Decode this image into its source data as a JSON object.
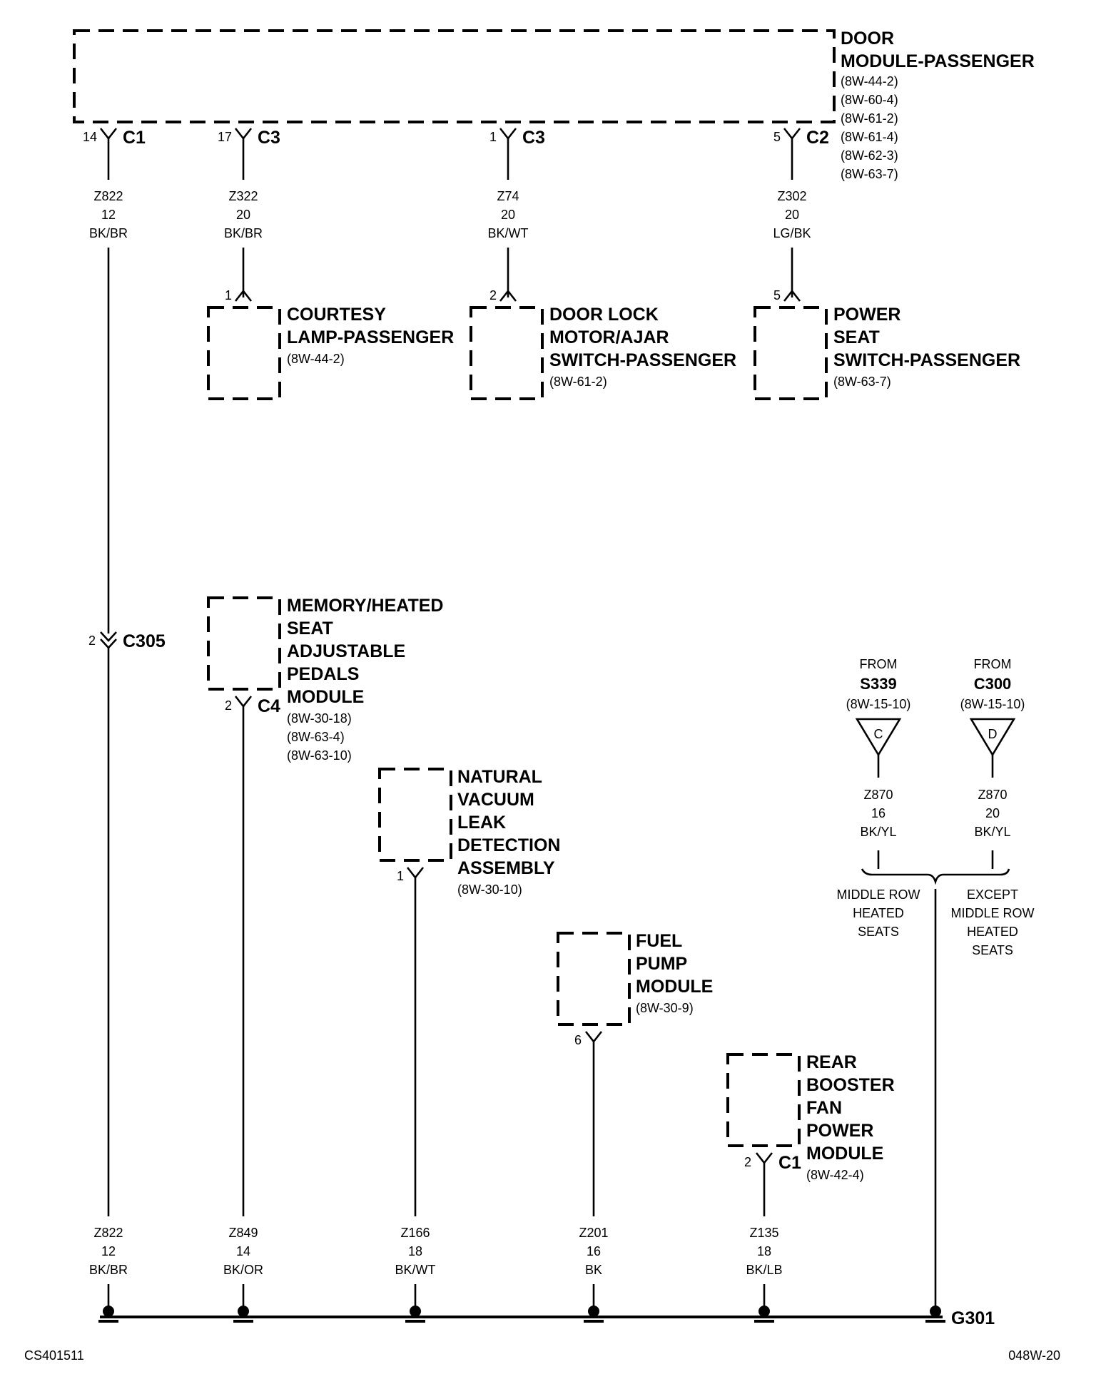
{
  "door_module": {
    "title": [
      "DOOR",
      "MODULE-PASSENGER"
    ],
    "refs": [
      "(8W-44-2)",
      "(8W-60-4)",
      "(8W-61-2)",
      "(8W-61-4)",
      "(8W-62-3)",
      "(8W-63-7)"
    ],
    "pins": [
      {
        "pin": "14",
        "connector": "C1"
      },
      {
        "pin": "17",
        "connector": "C3"
      },
      {
        "pin": "1",
        "connector": "C3"
      },
      {
        "pin": "5",
        "connector": "C2"
      }
    ]
  },
  "top_wires": [
    {
      "circuit": "Z822",
      "gauge": "12",
      "color": "BK/BR"
    },
    {
      "circuit": "Z322",
      "gauge": "20",
      "color": "BK/BR"
    },
    {
      "circuit": "Z74",
      "gauge": "20",
      "color": "BK/WT"
    },
    {
      "circuit": "Z302",
      "gauge": "20",
      "color": "LG/BK"
    }
  ],
  "courtesy_lamp": {
    "pin": "1",
    "title": [
      "COURTESY",
      "LAMP-PASSENGER"
    ],
    "refs": [
      "(8W-44-2)"
    ]
  },
  "door_lock": {
    "pin": "2",
    "title": [
      "DOOR LOCK",
      "MOTOR/AJAR",
      "SWITCH-PASSENGER"
    ],
    "refs": [
      "(8W-61-2)"
    ]
  },
  "power_seat": {
    "pin": "5",
    "title": [
      "POWER",
      "SEAT",
      "SWITCH-PASSENGER"
    ],
    "refs": [
      "(8W-63-7)"
    ]
  },
  "c305": {
    "pin": "2",
    "connector": "C305"
  },
  "memory_module": {
    "pin": "2",
    "connector": "C4",
    "title": [
      "MEMORY/HEATED",
      "SEAT",
      "ADJUSTABLE",
      "PEDALS",
      "MODULE"
    ],
    "refs": [
      "(8W-30-18)",
      "(8W-63-4)",
      "(8W-63-10)"
    ]
  },
  "nvld": {
    "pin": "1",
    "title": [
      "NATURAL",
      "VACUUM",
      "LEAK",
      "DETECTION",
      "ASSEMBLY"
    ],
    "refs": [
      "(8W-30-10)"
    ]
  },
  "fuel_pump": {
    "pin": "6",
    "title": [
      "FUEL",
      "PUMP",
      "MODULE"
    ],
    "refs": [
      "(8W-30-9)"
    ]
  },
  "rear_booster": {
    "pin": "2",
    "connector": "C1",
    "title": [
      "REAR",
      "BOOSTER",
      "FAN",
      "POWER",
      "MODULE"
    ],
    "refs": [
      "(8W-42-4)"
    ]
  },
  "from_s339": {
    "label": "FROM",
    "source": "S339",
    "ref": "(8W-15-10)",
    "letter": "C",
    "circuit": "Z870",
    "gauge": "16",
    "color": "BK/YL",
    "note": [
      "MIDDLE ROW",
      "HEATED",
      "SEATS"
    ]
  },
  "from_c300": {
    "label": "FROM",
    "source": "C300",
    "ref": "(8W-15-10)",
    "letter": "D",
    "circuit": "Z870",
    "gauge": "20",
    "color": "BK/YL",
    "note": [
      "EXCEPT",
      "MIDDLE ROW",
      "HEATED",
      "SEATS"
    ]
  },
  "bottom_wires": [
    {
      "circuit": "Z822",
      "gauge": "12",
      "color": "BK/BR"
    },
    {
      "circuit": "Z849",
      "gauge": "14",
      "color": "BK/OR"
    },
    {
      "circuit": "Z166",
      "gauge": "18",
      "color": "BK/WT"
    },
    {
      "circuit": "Z201",
      "gauge": "16",
      "color": "BK"
    },
    {
      "circuit": "Z135",
      "gauge": "18",
      "color": "BK/LB"
    }
  ],
  "ground": {
    "label": "G301"
  },
  "footer": {
    "left": "CS401511",
    "right": "048W-20"
  }
}
